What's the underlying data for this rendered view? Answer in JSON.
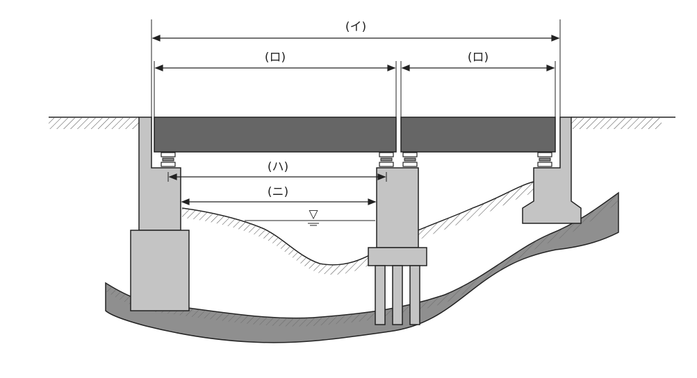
{
  "labels": {
    "overall_length": "(イ)",
    "span_length_left": "(ロ)",
    "span_length_right": "(ロ)",
    "clear_span_bearings": "(ハ)",
    "clear_span_faces": "(ニ)",
    "water_level_mark": "▽"
  },
  "colors": {
    "girder": "#666666",
    "concrete": "#c4c4c4",
    "bedrock": "#8f8f8f",
    "line": "#222222",
    "hatch": "#555555"
  }
}
